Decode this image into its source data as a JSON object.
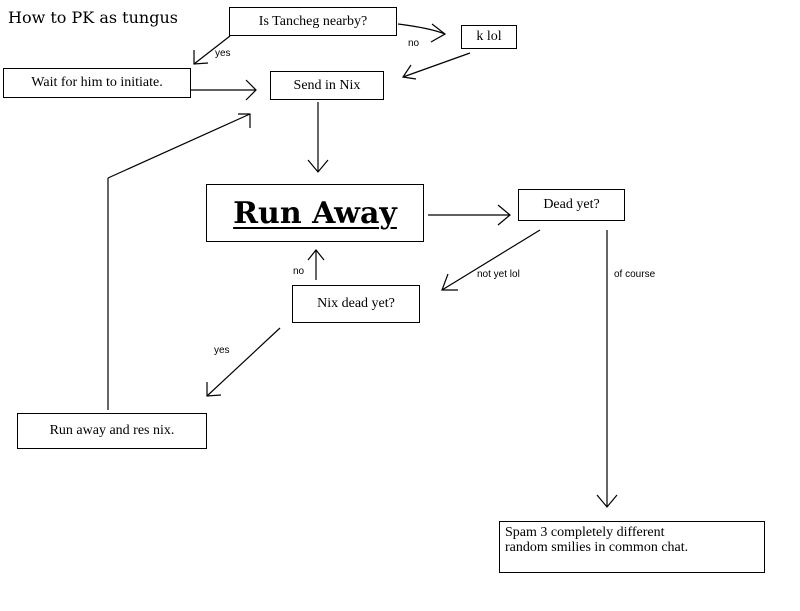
{
  "title": "How to PK as tungus",
  "nodes": {
    "tancheg": "Is Tancheg nearby?",
    "klol": "k lol",
    "wait": "Wait for him to initiate.",
    "send_nix": "Send in Nix",
    "run_away": "Run Away",
    "dead_yet": "Dead yet?",
    "nix_dead": "Nix dead yet?",
    "run_res": "Run away and res nix.",
    "spam_line1": "Spam 3 completely different",
    "spam_line2": "random smilies in common chat."
  },
  "edge_labels": {
    "tancheg_yes": "yes",
    "tancheg_no": "no",
    "nix_no": "no",
    "nix_yes": "yes",
    "not_yet": "not yet lol",
    "of_course": "of course"
  }
}
